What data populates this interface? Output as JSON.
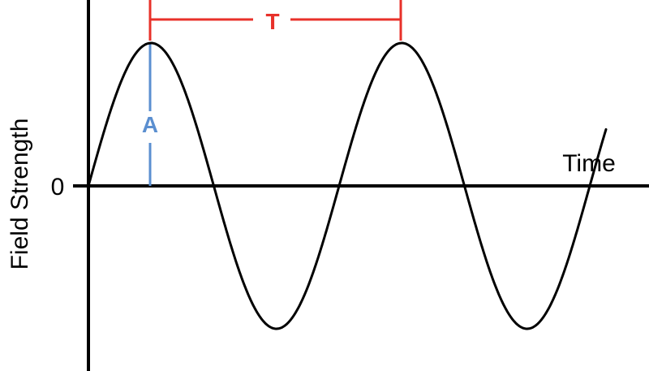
{
  "diagram": {
    "y_axis_label": "Field Strength",
    "zero_label": "0",
    "time_label": "Time",
    "period_label": "T",
    "amplitude_label": "A",
    "cycles_shown": 2,
    "colors": {
      "wave": "#000000",
      "axes": "#000000",
      "period_marker": "#e8312a",
      "amplitude_marker": "#5b8fd0"
    }
  }
}
